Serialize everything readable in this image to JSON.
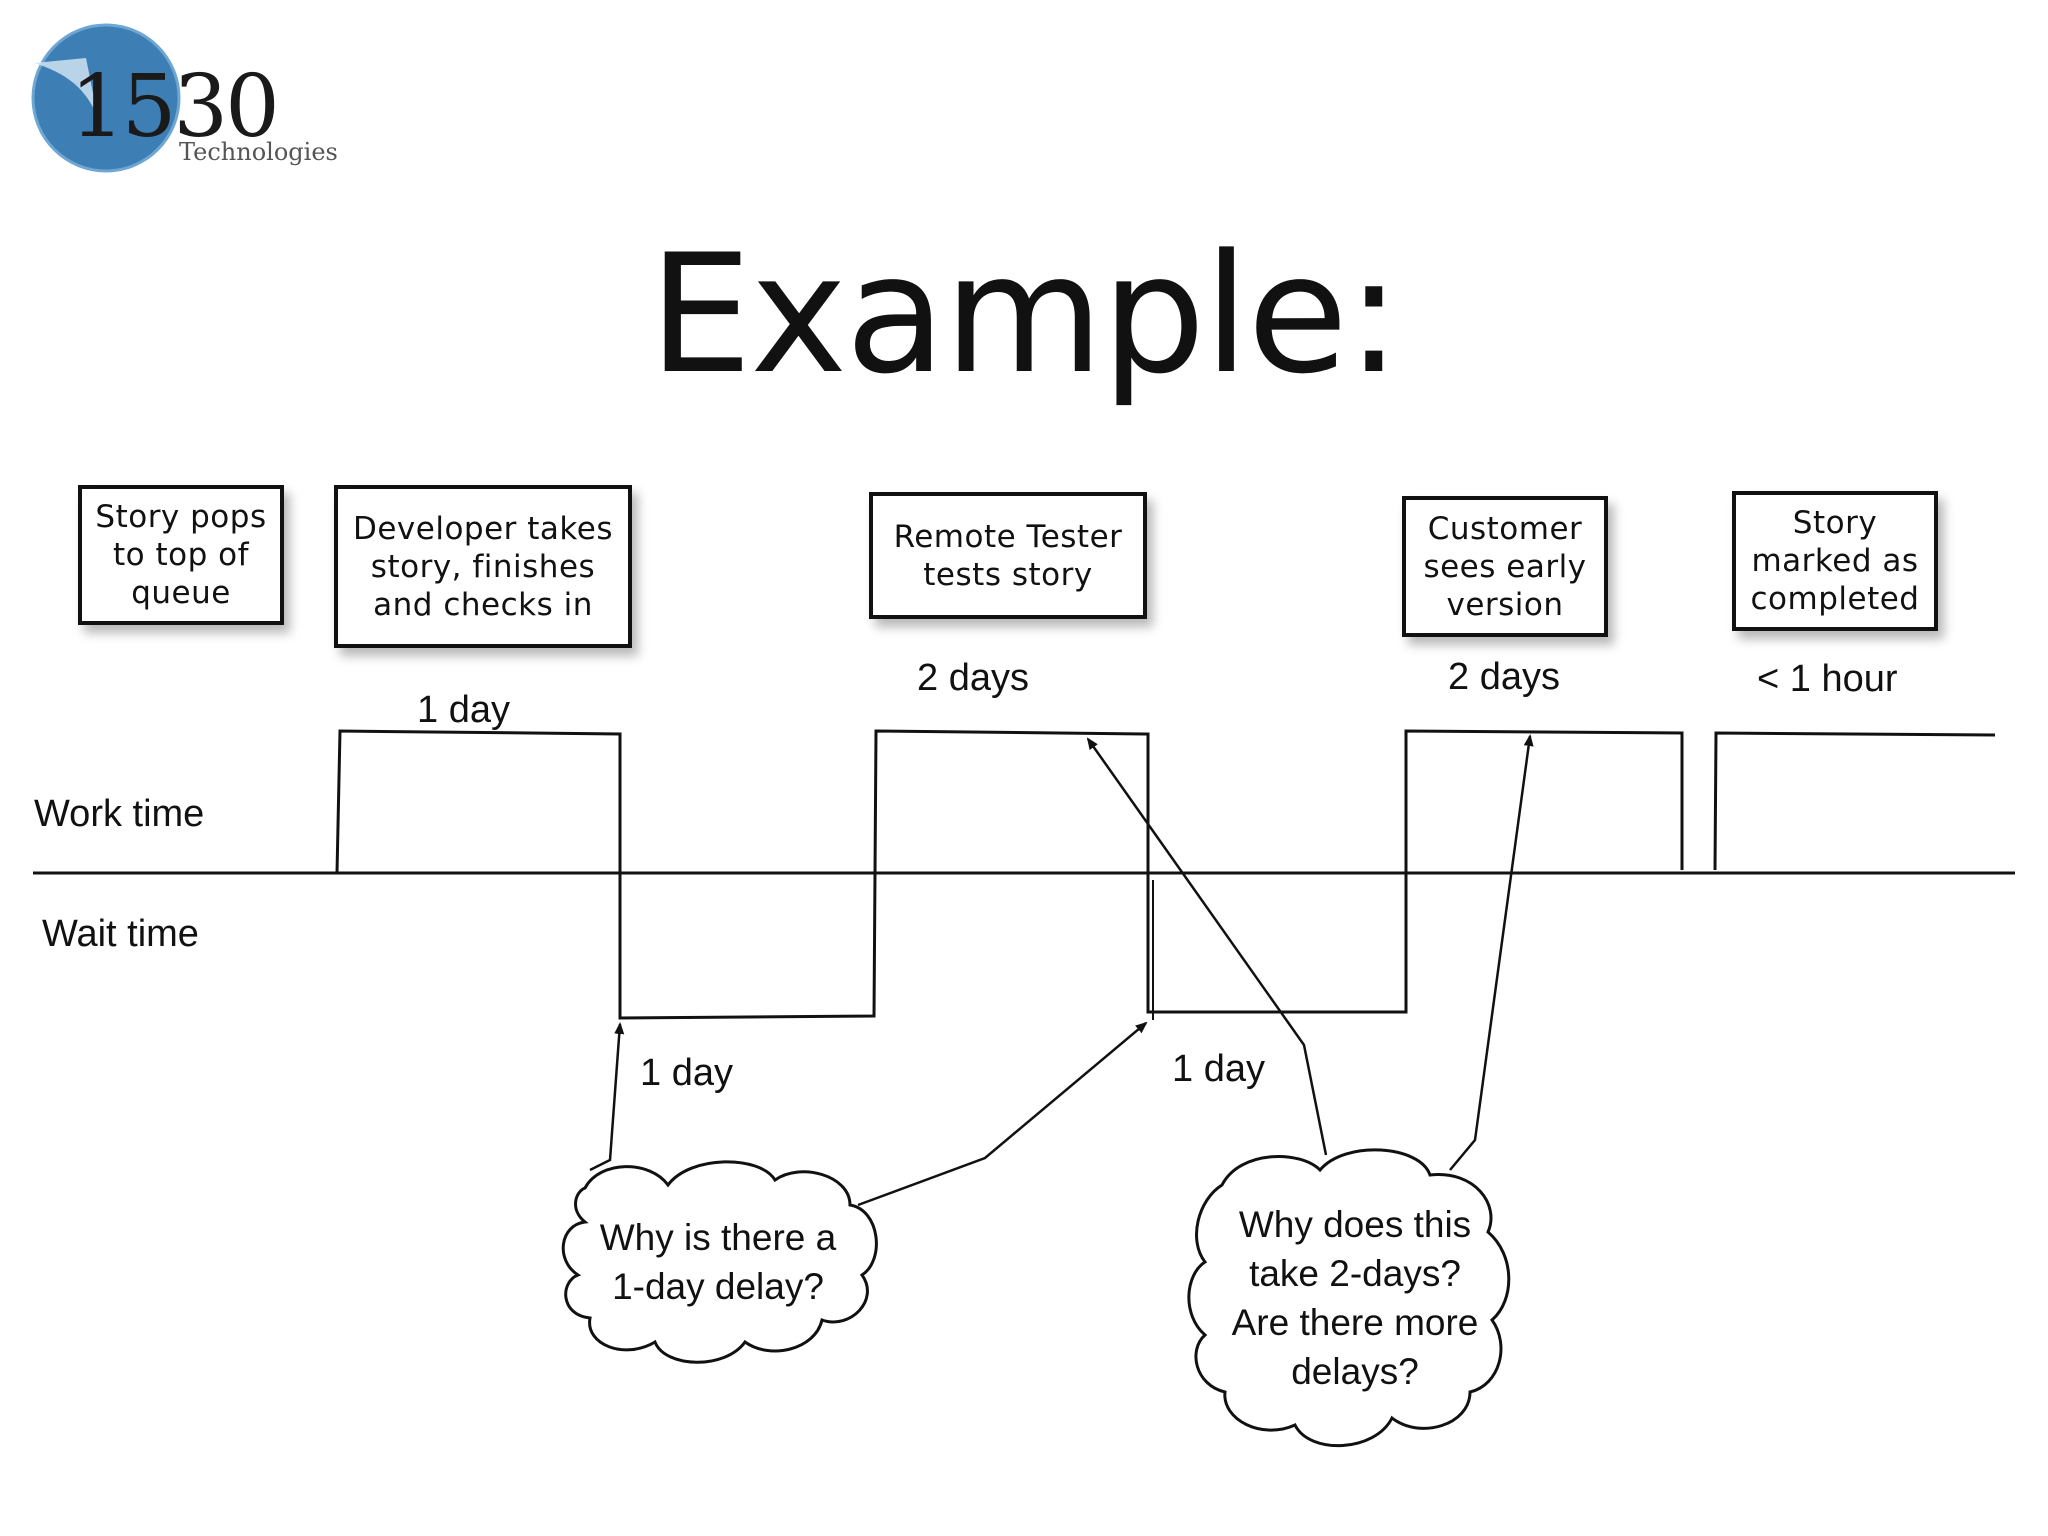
{
  "logo": {
    "number": "1530",
    "subtitle": "Technologies",
    "accent_color": "#3d7fb5"
  },
  "title": "Example:",
  "steps": [
    {
      "label": "Story pops\nto top of\nqueue"
    },
    {
      "label": "Developer takes\nstory, finishes\nand checks in"
    },
    {
      "label": "Remote Tester\ntests story"
    },
    {
      "label": "Customer\nsees early\nversion"
    },
    {
      "label": "Story\nmarked as\ncompleted"
    }
  ],
  "work_durations": [
    "1 day",
    "2 days",
    "2 days",
    "< 1 hour"
  ],
  "wait_durations": [
    "1 day",
    "1 day"
  ],
  "axis_labels": {
    "work": "Work time",
    "wait": "Wait time"
  },
  "clouds": [
    {
      "text": "Why is there a\n1-day delay?"
    },
    {
      "text": "Why does this\ntake 2-days?\nAre there more\ndelays?"
    }
  ]
}
